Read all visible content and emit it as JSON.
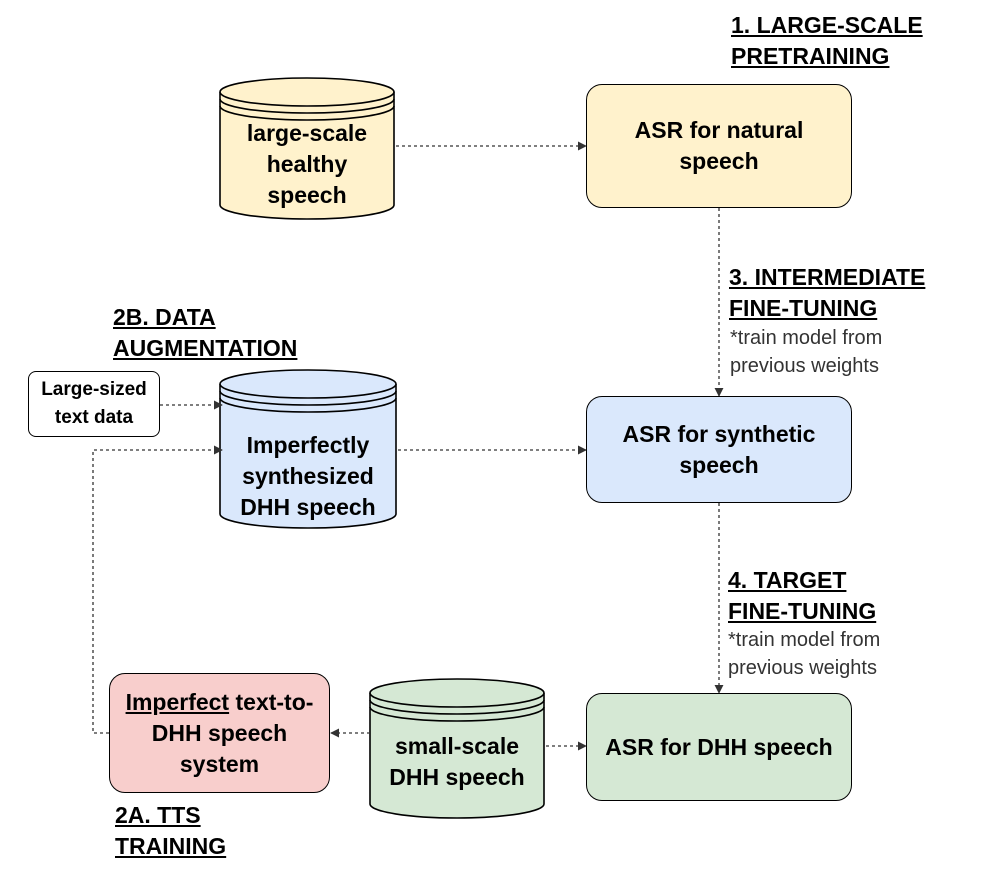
{
  "colors": {
    "yellow": "#fff2cc",
    "blue": "#dae8fc",
    "green": "#d5e8d4",
    "red": "#f8cecc",
    "stroke": "#000000"
  },
  "steps": {
    "pretraining": [
      "1. LARGE-SCALE",
      "PRETRAINING"
    ],
    "intermediate": [
      "3. INTERMEDIATE",
      "FINE-TUNING"
    ],
    "intermediate_note": [
      "*train model from",
      "previous weights"
    ],
    "augmentation": [
      "2B. DATA",
      "AUGMENTATION"
    ],
    "target": [
      "4. TARGET",
      "FINE-TUNING"
    ],
    "target_note": [
      "*train model from",
      "previous weights"
    ],
    "tts": [
      "2A. TTS",
      "TRAINING"
    ]
  },
  "datasets": {
    "healthy": [
      "large-scale",
      "healthy",
      "speech"
    ],
    "synthetic": [
      "Imperfectly",
      "synthesized",
      "DHH speech"
    ],
    "small": [
      "small-scale",
      "DHH speech"
    ]
  },
  "models": {
    "natural": [
      "ASR for natural",
      "speech"
    ],
    "synthetic": [
      "ASR for synthetic",
      "speech"
    ],
    "dhh": [
      "ASR for DHH speech"
    ]
  },
  "text_data": [
    "Large-sized",
    "text data"
  ],
  "tts_system": {
    "emph": "Imperfect",
    "rest1": " text-to-",
    "line2": "DHH speech",
    "line3": "system"
  }
}
